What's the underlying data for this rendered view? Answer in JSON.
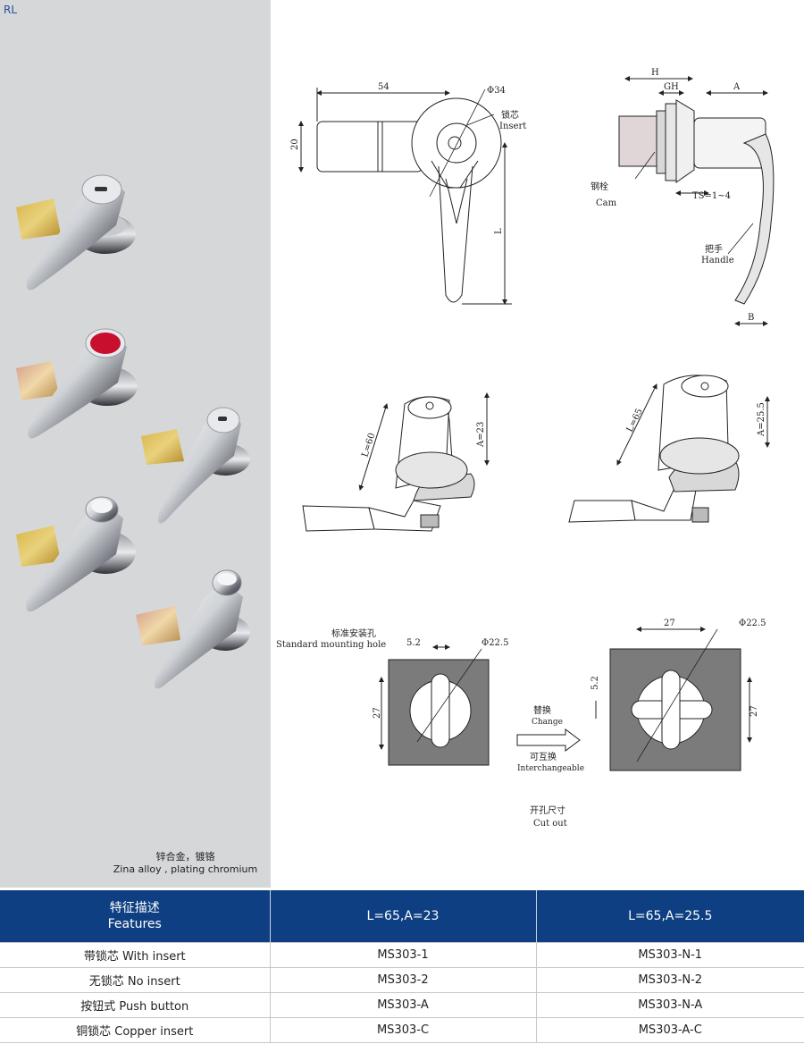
{
  "header": {
    "tag": "RL"
  },
  "photo_panel": {
    "material_cn": "锌合金，镀铬",
    "material_en": "Zina alloy , plating chromium"
  },
  "drawings": {
    "front_view": {
      "dim_width": "54",
      "dim_height": "20",
      "dim_dia": "Φ34",
      "dim_length": "L",
      "insert_cn": "锁芯",
      "insert_en": "Insert"
    },
    "side_view": {
      "dim_h": "H",
      "dim_gh": "GH",
      "dim_a": "A",
      "dim_ts": "TS=1~4",
      "dim_b": "B",
      "cam_cn": "钢栓",
      "cam_en": "Cam",
      "handle_cn": "把手",
      "handle_en": "Handle"
    },
    "iso_left": {
      "dim_l": "L=60",
      "dim_a": "A=23"
    },
    "iso_right": {
      "dim_l": "L=65",
      "dim_a": "A=25.5"
    },
    "cutout_left": {
      "title_cn": "标准安装孔",
      "title_en": "Standard mounting hole",
      "dim_slot": "5.2",
      "dim_dia": "Φ22.5",
      "dim_side": "27"
    },
    "cutout_right": {
      "dim_top": "27",
      "dim_dia": "Φ22.5",
      "dim_slot": "5.2",
      "dim_side": "27"
    },
    "arrow": {
      "change_cn": "替换",
      "change_en": "Change",
      "inter_cn": "可互换",
      "inter_en": "Interchangeable"
    },
    "cutout_label": {
      "cn": "开孔尺寸",
      "en": "Cut out"
    }
  },
  "table": {
    "header_cn": "特征描述",
    "header_en": "Features",
    "col1": "L=65,A=23",
    "col2": "L=65,A=25.5",
    "rows": [
      {
        "feature": "带锁芯  With insert",
        "c1": "MS303-1",
        "c2": "MS303-N-1"
      },
      {
        "feature": "无锁芯   No insert",
        "c1": "MS303-2",
        "c2": "MS303-N-2"
      },
      {
        "feature": "按钮式  Push button",
        "c1": "MS303-A",
        "c2": "MS303-N-A"
      },
      {
        "feature": "铜锁芯  Copper  insert",
        "c1": "MS303-C",
        "c2": "MS303-A-C"
      }
    ]
  },
  "colors": {
    "header_blue": "#0e3f82",
    "panel_gray": "#d6d7d9",
    "cutout_gray": "#7b7b7b",
    "brass": "#c9a03c"
  }
}
